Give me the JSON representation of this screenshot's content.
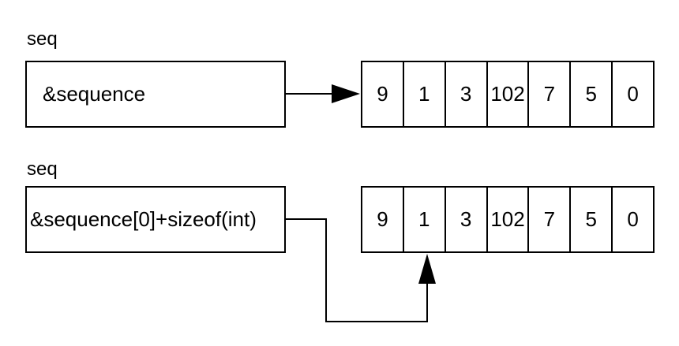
{
  "colors": {
    "stroke": "#000000",
    "background": "#ffffff",
    "text": "#000000"
  },
  "rows": [
    {
      "var_name": "seq",
      "pointer_value": "&sequence",
      "cells": [
        "9",
        "1",
        "3",
        "102",
        "7",
        "5",
        "0"
      ],
      "points_to_index": 0,
      "arrow_style": "straight-horizontal"
    },
    {
      "var_name": "seq",
      "pointer_value": "&sequence[0]+sizeof(int)",
      "cells": [
        "9",
        "1",
        "3",
        "102",
        "7",
        "5",
        "0"
      ],
      "points_to_index": 1,
      "arrow_style": "elbow-from-below"
    }
  ]
}
